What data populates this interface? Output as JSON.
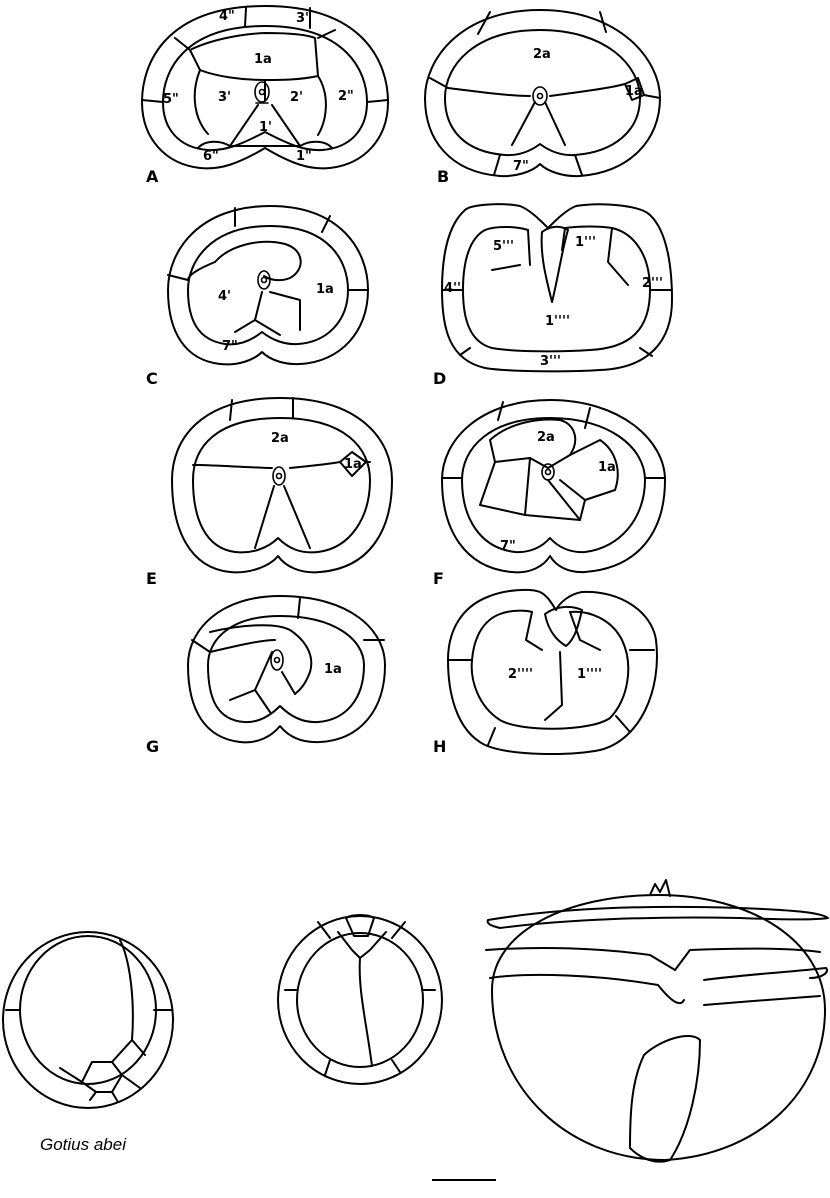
{
  "panels": {
    "A": {
      "letter": "A",
      "plates": [
        "4\"",
        "3\"",
        "1a",
        "5\"",
        "3'",
        "2'",
        "2\"",
        "1'",
        "6\"",
        "1\""
      ]
    },
    "B": {
      "letter": "B",
      "plates": [
        "2a",
        "1a",
        "7\""
      ]
    },
    "C": {
      "letter": "C",
      "plates": [
        "4'",
        "1a",
        "7\""
      ]
    },
    "D": {
      "letter": "D",
      "plates": [
        "5'''",
        "1'''",
        "4'''",
        "2'''",
        "1''''",
        "3'''"
      ]
    },
    "E": {
      "letter": "E",
      "plates": [
        "2a",
        "1a"
      ]
    },
    "F": {
      "letter": "F",
      "plates": [
        "2a",
        "1a",
        "7\""
      ]
    },
    "G": {
      "letter": "G",
      "plates": [
        "1a"
      ]
    },
    "H": {
      "letter": "H",
      "plates": [
        "2''''",
        "1''''"
      ]
    }
  },
  "species_label": "Gotius abei",
  "colors": {
    "ink": "#000000",
    "paper": "#ffffff"
  },
  "icons": [
    "apical-pore-icon",
    "hatched-sulcus-icon",
    "scale-bar"
  ]
}
